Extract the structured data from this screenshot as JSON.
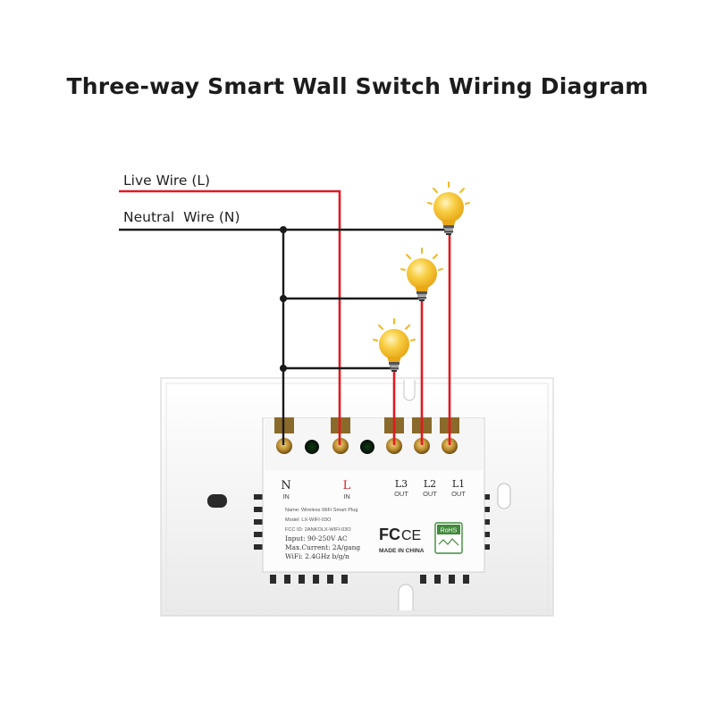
{
  "title": "Three-way Smart Wall Switch Wiring Diagram",
  "wires": {
    "live_label": "Live Wire (L)",
    "neutral_label": "Neutral  Wire (N)",
    "live_color": "#e01a22",
    "neutral_color": "#1a1a1a"
  },
  "terminals": {
    "n_label": "N",
    "n_sub": "IN",
    "l_label": "L",
    "l_sub": "IN",
    "l3_label": "L3",
    "l3_sub": "OUT",
    "l2_label": "L2",
    "l2_sub": "OUT",
    "l1_label": "L1",
    "l1_sub": "OUT"
  },
  "spec_label": {
    "name": "Name: Wireless WiFi Smart Plug",
    "model": "Model: LX-WIFI-03O",
    "fcc_id": "FCC ID: 2ANKOLX-WIFI-03O",
    "input": "Input: 90-250V  AC",
    "max_current": "Max.Current: 2A/gang",
    "wifi": "WiFi: 2.4GHz b/g/n",
    "fcc_mark": "FC",
    "ce_mark": "CE",
    "made_in": "MADE IN CHINA",
    "rohs": "RoHS"
  },
  "colors": {
    "bulb": "#f5c02a",
    "plate": "#f4f4f4",
    "module": "#fafafa"
  },
  "icons": [
    "light-bulb-icon",
    "fcc-logo-icon",
    "ce-mark-icon",
    "rohs-badge-icon"
  ]
}
